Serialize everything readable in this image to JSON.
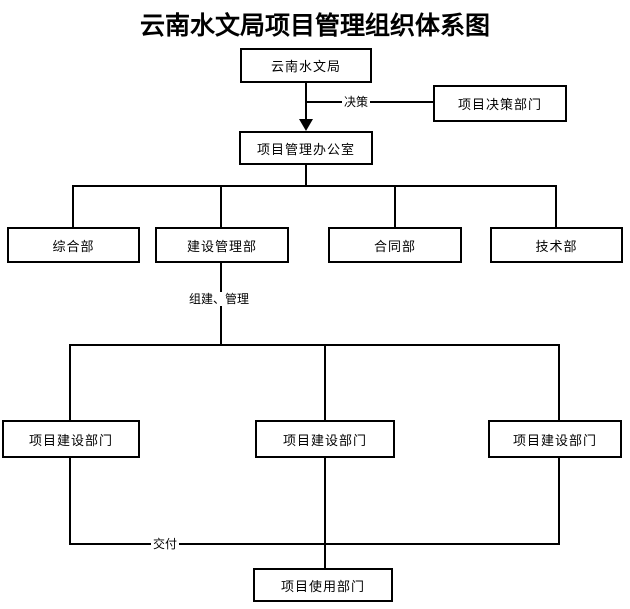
{
  "title": "云南水文局项目管理组织体系图",
  "colors": {
    "background": "#ffffff",
    "line": "#000000",
    "text": "#000000"
  },
  "nodes": {
    "bureau": {
      "label": "云南水文局"
    },
    "decision_dept": {
      "label": "项目决策部门"
    },
    "pmo": {
      "label": "项目管理办公室"
    },
    "general_dept": {
      "label": "综合部"
    },
    "construction_mgmt_dept": {
      "label": "建设管理部"
    },
    "contract_dept": {
      "label": "合同部"
    },
    "technical_dept": {
      "label": "技术部"
    },
    "project_construction_dept_1": {
      "label": "项目建设部门"
    },
    "project_construction_dept_2": {
      "label": "项目建设部门"
    },
    "project_construction_dept_3": {
      "label": "项目建设部门"
    },
    "project_user_dept": {
      "label": "项目使用部门"
    }
  },
  "edge_labels": {
    "decision": "决策",
    "organize_manage": "组建、管理",
    "handover": "交付"
  }
}
